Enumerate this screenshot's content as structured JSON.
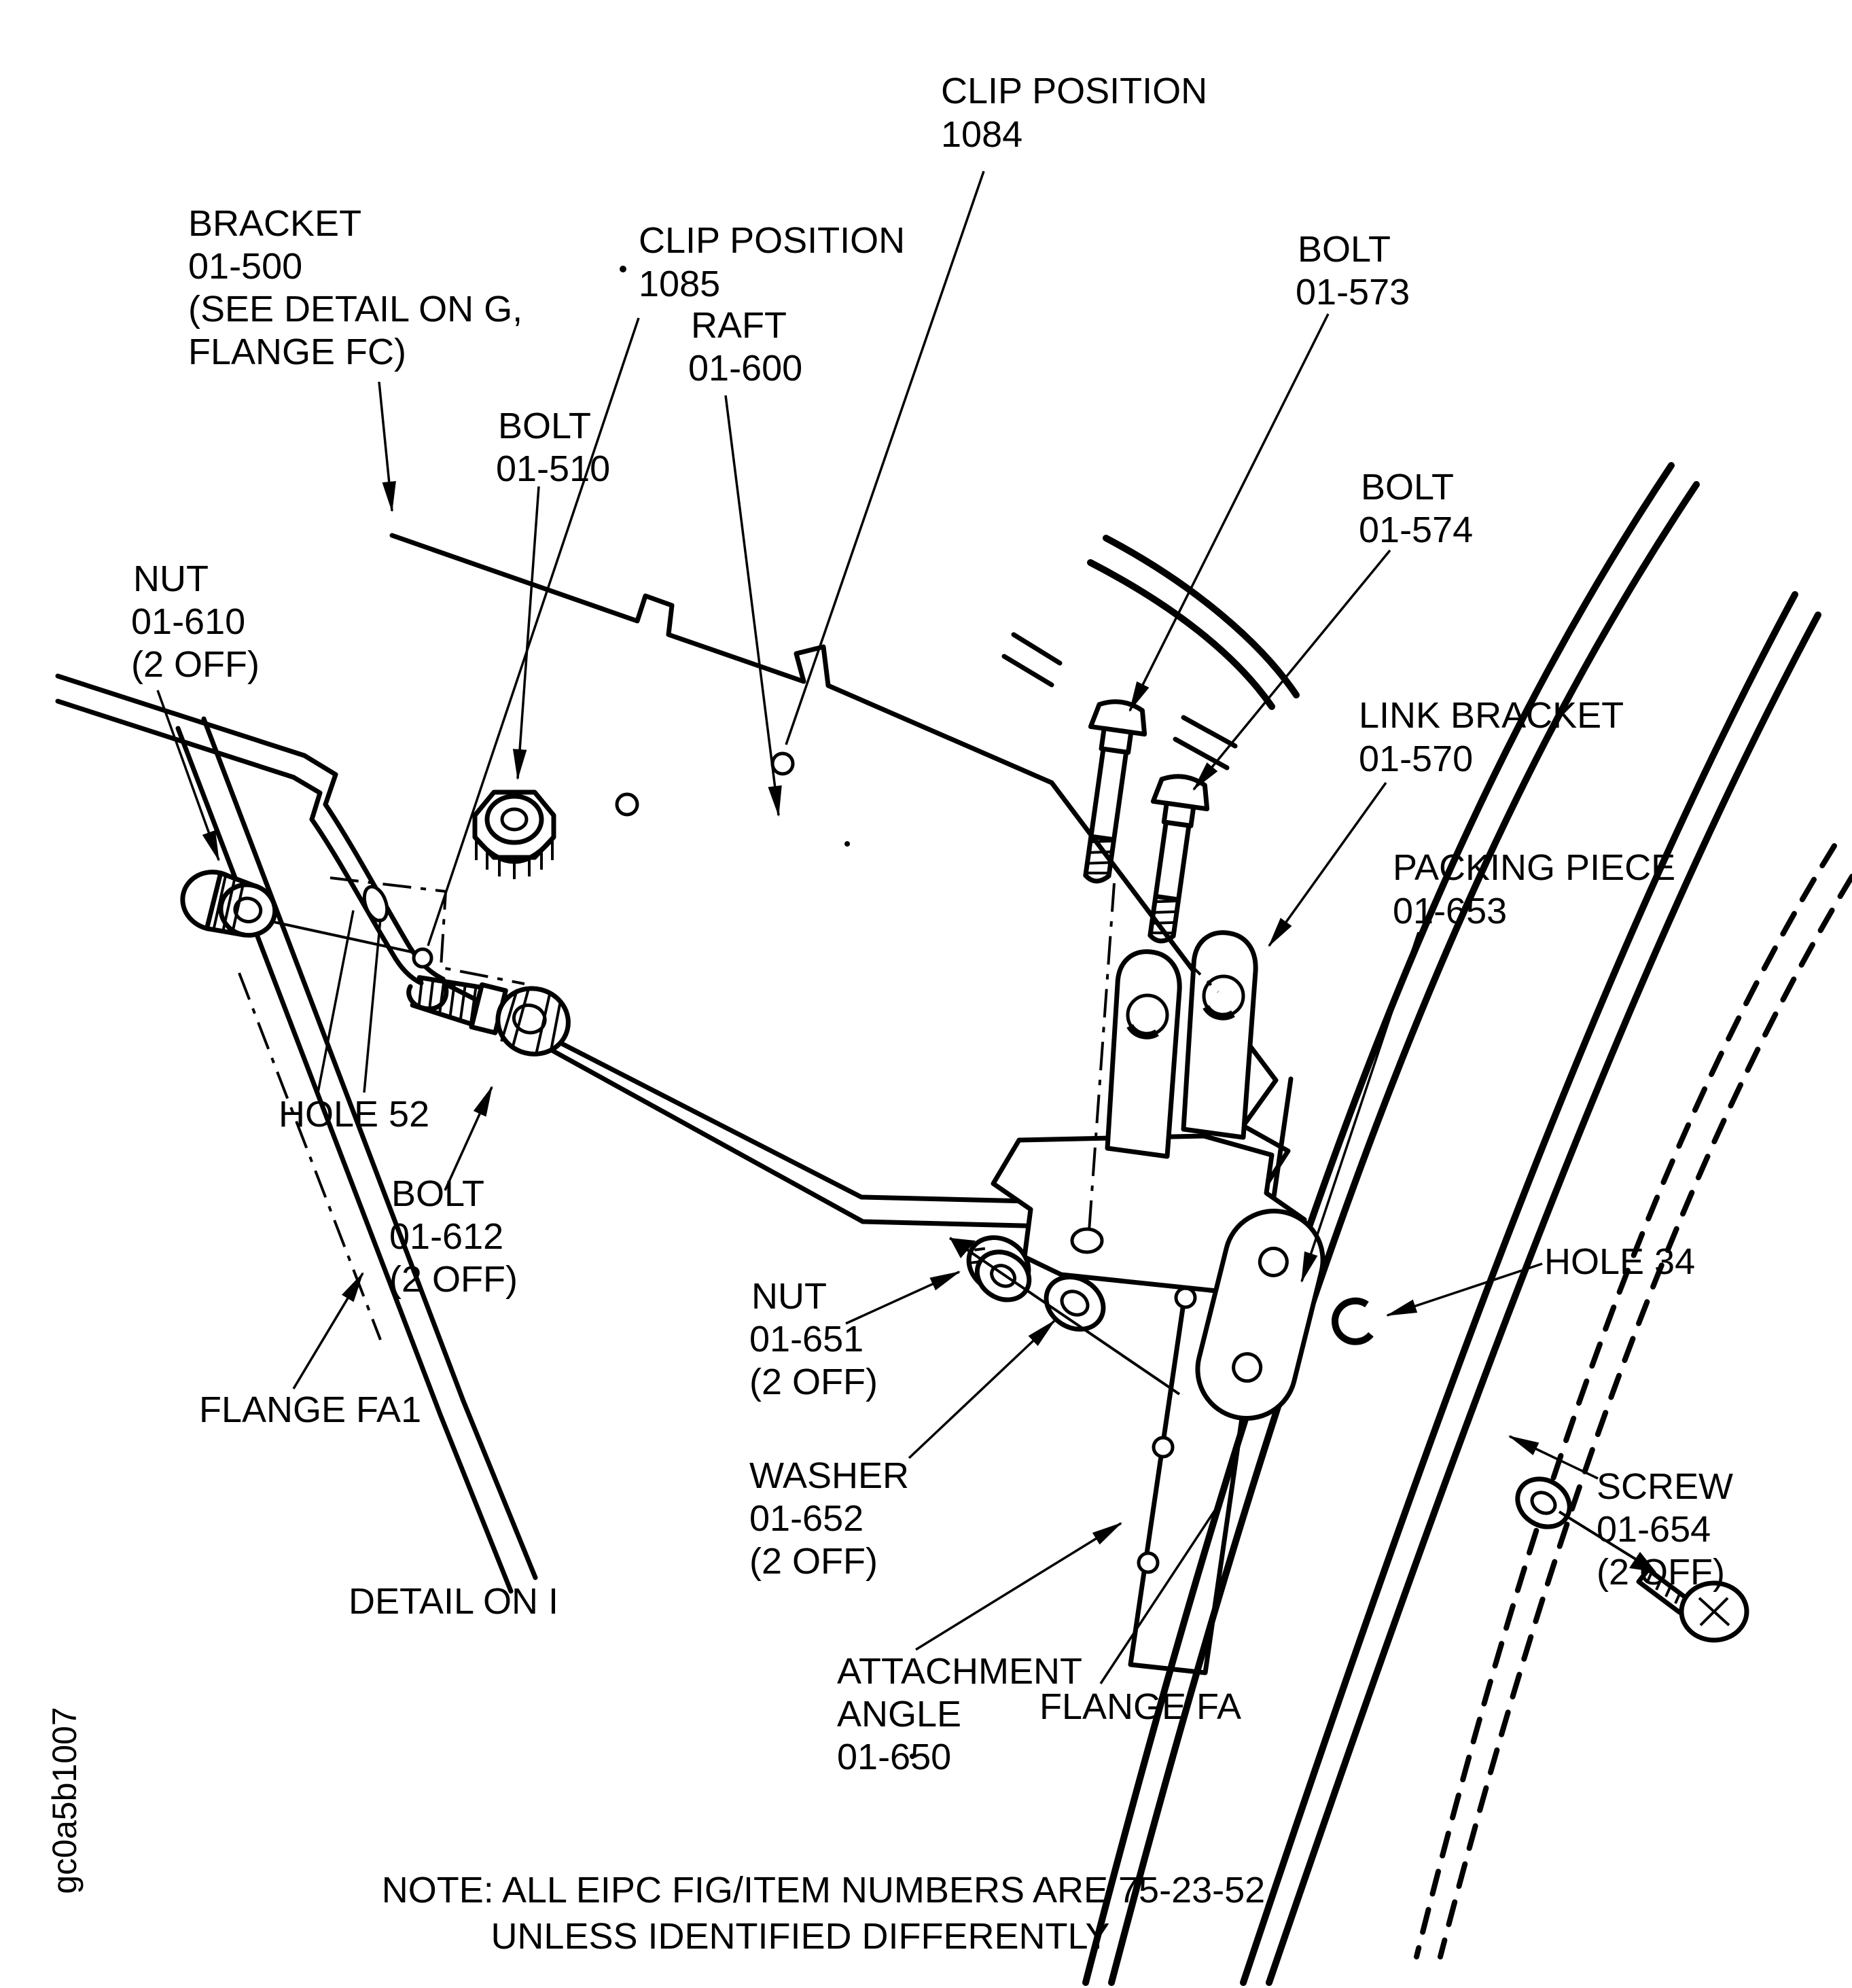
{
  "colors": {
    "ink": "#000000",
    "background": "#ffffff"
  },
  "figure": {
    "figure_code": "gc0a5b1007",
    "detail_note": "DETAIL ON I",
    "note": {
      "line1": "NOTE: ALL EIPC FIG/ITEM NUMBERS ARE 75-23-52",
      "line2": "UNLESS IDENTIFIED DIFFERENTLY"
    }
  },
  "labels": [
    {
      "id": "bracket-01-500",
      "lines": [
        "BRACKET",
        "01-500",
        "(SEE DETAIL ON G,",
        "FLANGE FC)"
      ]
    },
    {
      "id": "clip-position-1084",
      "lines": [
        "CLIP POSITION",
        "1084"
      ]
    },
    {
      "id": "clip-position-1085",
      "lines": [
        "CLIP POSITION",
        "1085"
      ]
    },
    {
      "id": "raft-01-600",
      "lines": [
        "RAFT",
        "01-600"
      ]
    },
    {
      "id": "bolt-01-510",
      "lines": [
        "BOLT",
        "01-510"
      ]
    },
    {
      "id": "bolt-01-573",
      "lines": [
        "BOLT",
        "01-573"
      ]
    },
    {
      "id": "bolt-01-574",
      "lines": [
        "BOLT",
        "01-574"
      ]
    },
    {
      "id": "nut-01-610",
      "lines": [
        "NUT",
        "01-610",
        "(2 OFF)"
      ]
    },
    {
      "id": "link-bracket-01-570",
      "lines": [
        "LINK BRACKET",
        "01-570"
      ]
    },
    {
      "id": "packing-piece-01-653",
      "lines": [
        "PACKING PIECE",
        "01-653"
      ]
    },
    {
      "id": "hole-52",
      "lines": [
        "HOLE 52"
      ]
    },
    {
      "id": "bolt-01-612",
      "lines": [
        "BOLT",
        "01-612",
        "(2 OFF)"
      ]
    },
    {
      "id": "nut-01-651",
      "lines": [
        "NUT",
        "01-651",
        "(2 OFF)"
      ]
    },
    {
      "id": "washer-01-652",
      "lines": [
        "WASHER",
        "01-652",
        "(2 OFF)"
      ]
    },
    {
      "id": "hole-34",
      "lines": [
        "HOLE 34"
      ]
    },
    {
      "id": "screw-01-654",
      "lines": [
        "SCREW",
        "01-654",
        "(2 OFF)"
      ]
    },
    {
      "id": "flange-fa1",
      "lines": [
        "FLANGE FA1"
      ]
    },
    {
      "id": "attachment-angle-01-650",
      "lines": [
        "ATTACHMENT",
        "ANGLE",
        "01-650"
      ]
    },
    {
      "id": "flange-fa",
      "lines": [
        "FLANGE FA"
      ]
    }
  ]
}
